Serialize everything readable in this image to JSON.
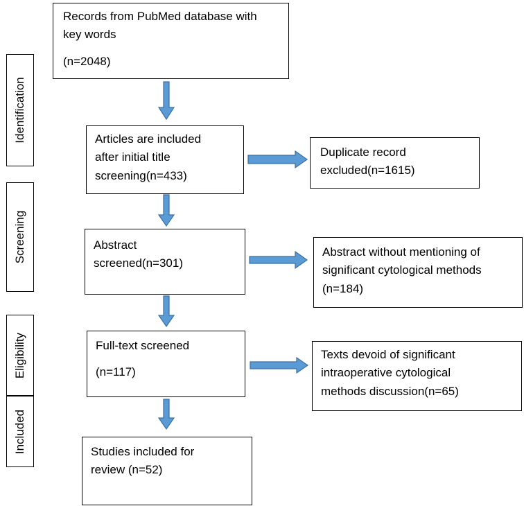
{
  "phases": [
    "Identification",
    "Screening",
    "Eligibility",
    "Included"
  ],
  "boxes": {
    "records": {
      "line1": "Records from PubMed database with",
      "line2": "key words",
      "count": "(n=2048)"
    },
    "title_screen": {
      "line1": "Articles are included",
      "line2": "after initial title",
      "line3": "screening(n=433)"
    },
    "duplicates": {
      "line1": "Duplicate record",
      "line2": "excluded(n=1615)"
    },
    "abstract": {
      "line1": "Abstract",
      "line2": "screened(n=301)"
    },
    "abstract_excluded": {
      "line1": "Abstract without mentioning of",
      "line2": "significant cytological methods",
      "line3": "(n=184)"
    },
    "fulltext": {
      "line1": "Full-text screened",
      "count": "(n=117)"
    },
    "fulltext_excluded": {
      "line1": "Texts devoid of significant",
      "line2": "intraoperative cytological",
      "line3": "methods discussion(n=65)"
    },
    "included": {
      "line1": "Studies included for",
      "line2": "review (n=52)"
    }
  },
  "colors": {
    "arrow_fill": "#5b9bd5",
    "arrow_stroke": "#3a6fa3",
    "border": "#000000"
  }
}
